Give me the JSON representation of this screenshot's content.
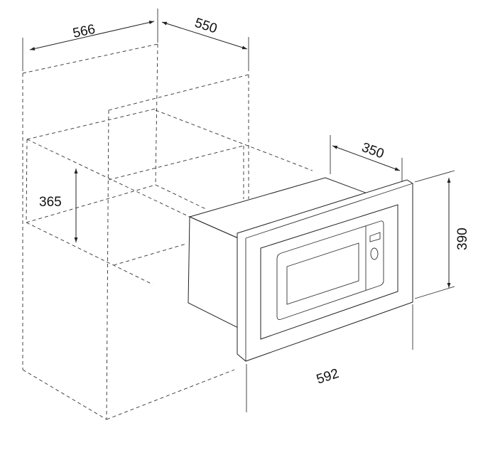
{
  "title": "Built-in microwave installation dimensions",
  "unit": "mm",
  "dimensions": {
    "cabinet_width": "566",
    "cabinet_depth": "550",
    "opening_height": "365",
    "appliance_depth": "350",
    "frame_height": "390",
    "frame_width": "592"
  }
}
